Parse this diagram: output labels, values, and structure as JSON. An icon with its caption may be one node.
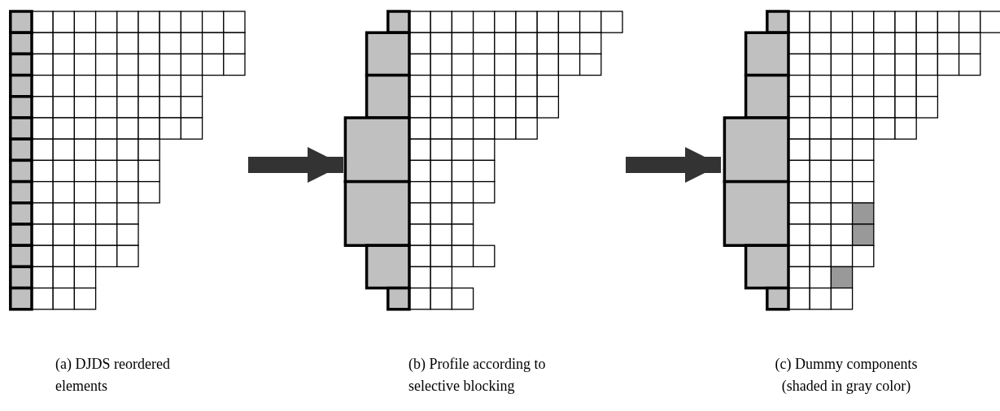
{
  "diagram": {
    "nodes": [
      {
        "text": [],
        "shape": "picture",
        "beside": [
          "(a) DJDS reordered elements"
        ]
      },
      {
        "text": [],
        "shape": "picture",
        "beside": [
          "(b) Profile according to selective blocking"
        ]
      },
      {
        "text": [],
        "shape": "picture",
        "beside": [
          "(c) Dummy components (shaded in gray color)"
        ]
      }
    ],
    "edges": [
      {
        "from": 0,
        "to": 1,
        "arrow": "to"
      },
      {
        "from": 1,
        "to": 2,
        "arrow": "to"
      }
    ]
  }
}
